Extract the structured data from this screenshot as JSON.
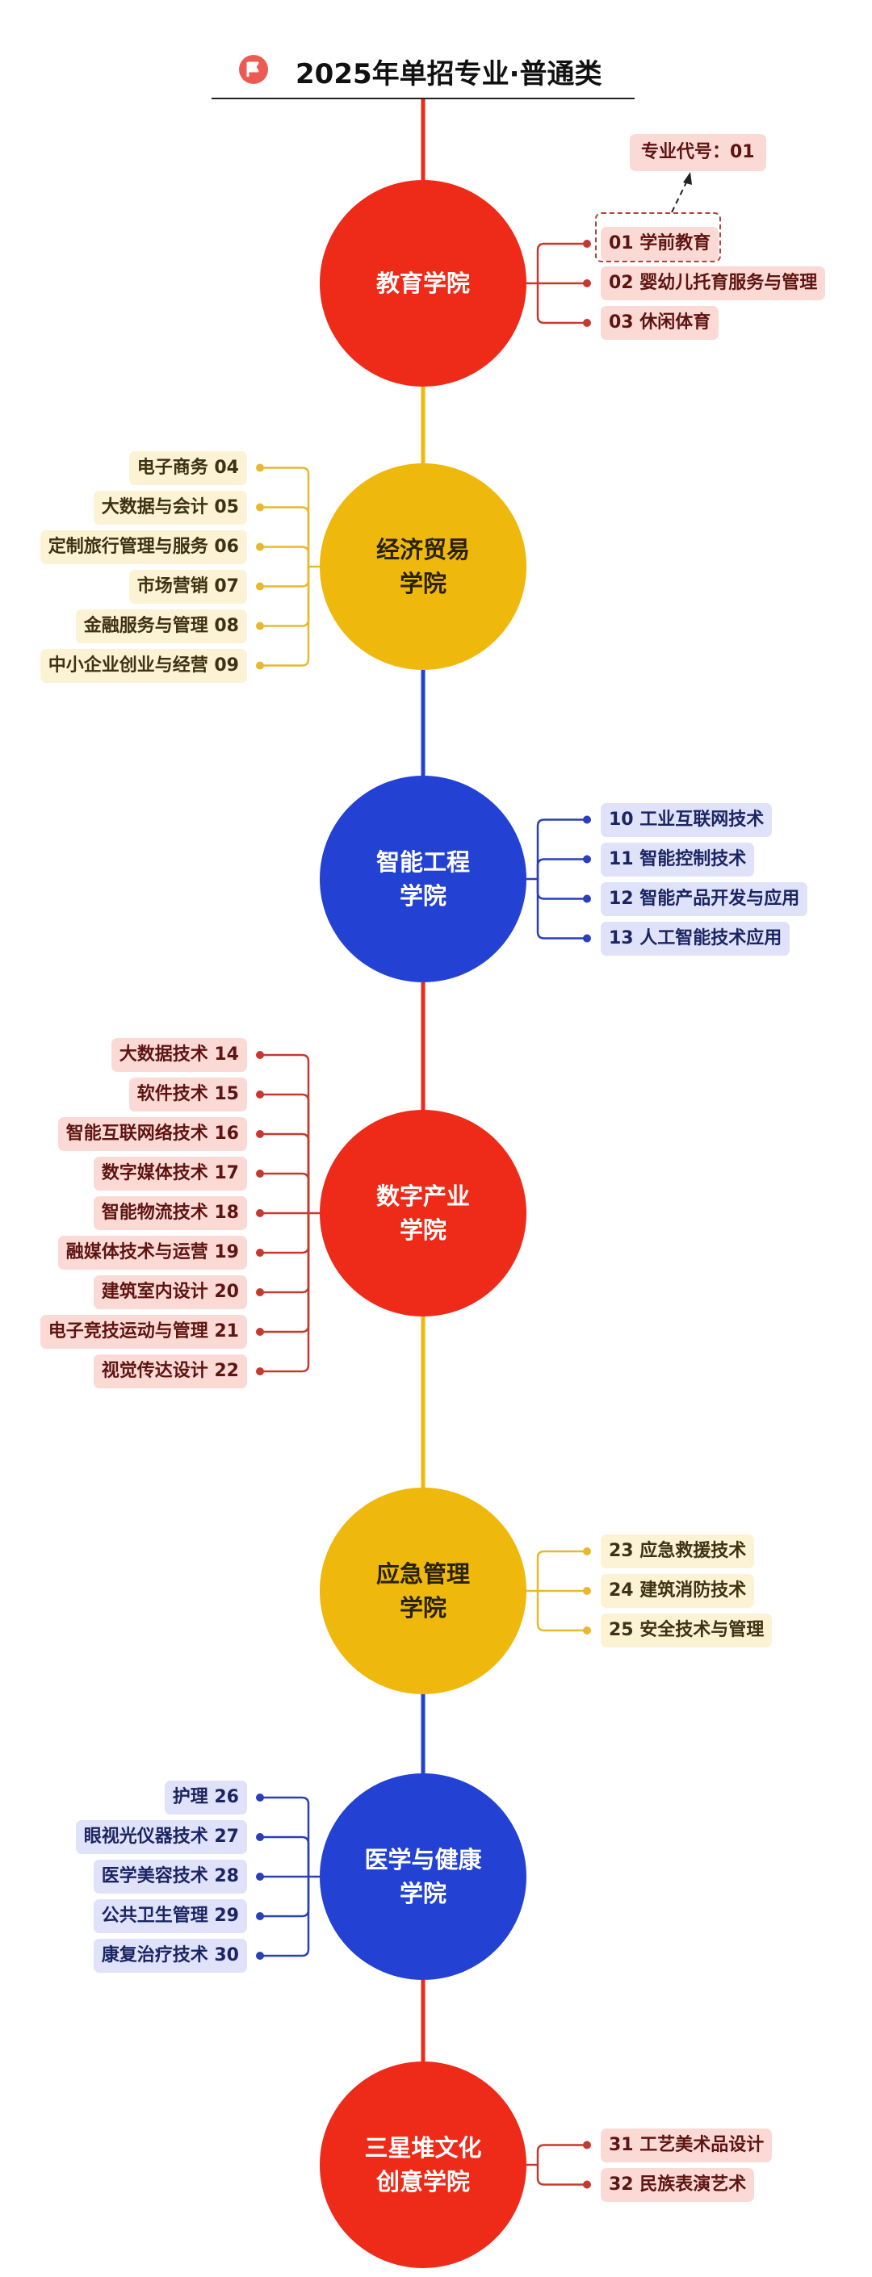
{
  "header": {
    "title": "2025年单招专业·普通类",
    "icon": "flag-icon"
  },
  "annotation": {
    "label": "专业代号：01"
  },
  "colors": {
    "red": "#ee2a19",
    "yellow": "#efb80d",
    "blue": "#2342d3"
  },
  "colleges": [
    {
      "lines": [
        "教育学院"
      ],
      "color": "red",
      "side": "right",
      "items": [
        "01 学前教育",
        "02 婴幼儿托育服务与管理",
        "03 休闲体育"
      ]
    },
    {
      "lines": [
        "经济贸易",
        "学院"
      ],
      "color": "yellow",
      "side": "left",
      "items": [
        "电子商务 04",
        "大数据与会计 05",
        "定制旅行管理与服务 06",
        "市场营销 07",
        "金融服务与管理 08",
        "中小企业创业与经营 09"
      ]
    },
    {
      "lines": [
        "智能工程",
        "学院"
      ],
      "color": "blue",
      "side": "right",
      "items": [
        "10 工业互联网技术",
        "11 智能控制技术",
        "12 智能产品开发与应用",
        "13 人工智能技术应用"
      ]
    },
    {
      "lines": [
        "数字产业",
        "学院"
      ],
      "color": "red",
      "side": "left",
      "items": [
        "大数据技术 14",
        "软件技术 15",
        "智能互联网络技术 16",
        "数字媒体技术 17",
        "智能物流技术 18",
        "融媒体技术与运营 19",
        "建筑室内设计 20",
        "电子竞技运动与管理 21",
        "视觉传达设计 22"
      ]
    },
    {
      "lines": [
        "应急管理",
        "学院"
      ],
      "color": "yellow",
      "side": "right",
      "items": [
        "23 应急救援技术",
        "24 建筑消防技术",
        "25 安全技术与管理"
      ]
    },
    {
      "lines": [
        "医学与健康",
        "学院"
      ],
      "color": "blue",
      "side": "left",
      "items": [
        "护理 26",
        "眼视光仪器技术 27",
        "医学美容技术 28",
        "公共卫生管理 29",
        "康复治疗技术 30"
      ]
    },
    {
      "lines": [
        "三星堆文化",
        "创意学院"
      ],
      "color": "red",
      "side": "right",
      "items": [
        "31 工艺美术品设计",
        "32 民族表演艺术"
      ]
    }
  ]
}
